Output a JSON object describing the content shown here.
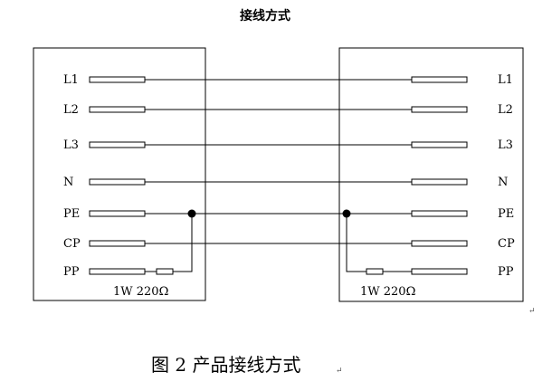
{
  "diagram": {
    "title": "接线方式",
    "caption": "图 2  产品接线方式",
    "return_mark": "↵",
    "left_connector": {
      "pins": [
        "L1",
        "L2",
        "L3",
        "N",
        "PE",
        "CP",
        "PP"
      ],
      "resistor_label": "1W 220Ω"
    },
    "right_connector": {
      "pins": [
        "L1",
        "L2",
        "L3",
        "N",
        "PE",
        "CP",
        "PP"
      ],
      "resistor_label": "1W 220Ω"
    },
    "through_wires": [
      "L1",
      "L2",
      "L3",
      "N",
      "PE",
      "CP"
    ],
    "resistor_link": {
      "from": "PP",
      "to": "PE"
    },
    "colors": {
      "line": "#000000",
      "background": "#ffffff",
      "terminal_fill": "#ffffff"
    }
  }
}
